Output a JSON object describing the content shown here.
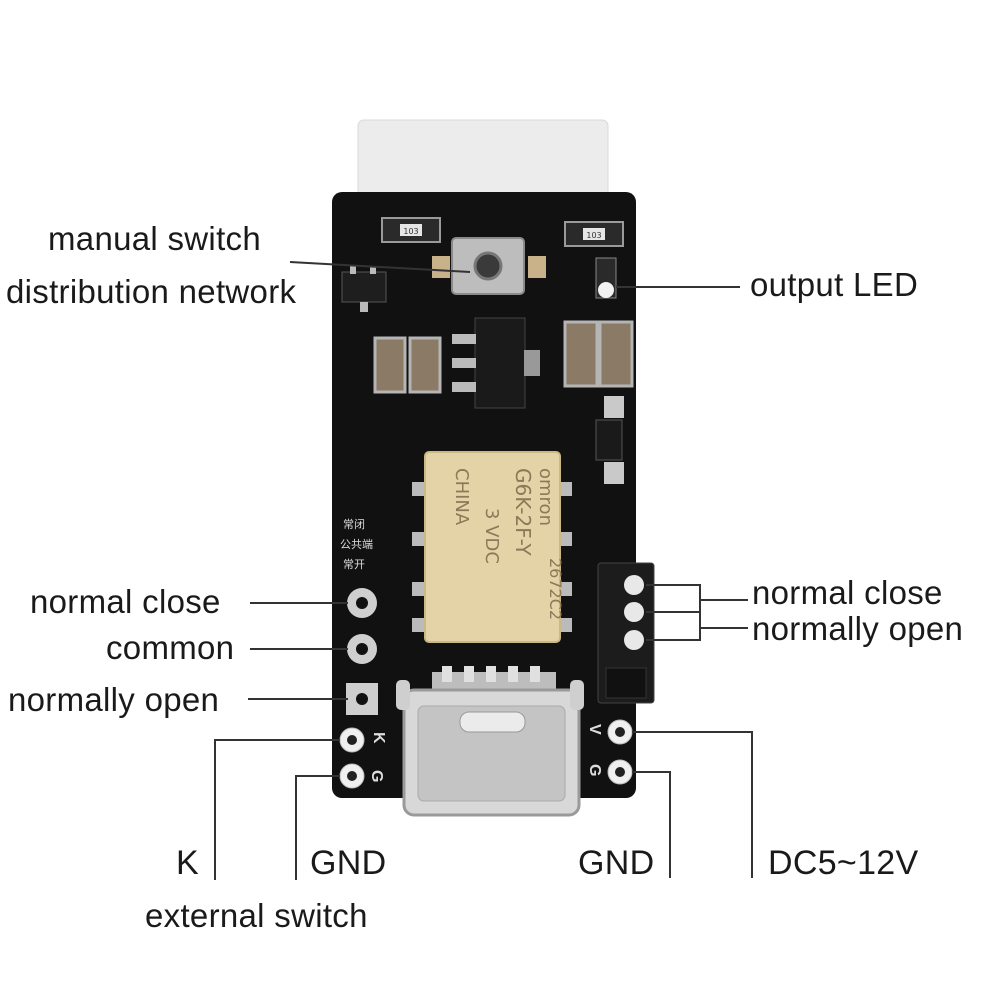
{
  "labels": {
    "manual_switch": "manual switch",
    "distribution_network": "distribution network",
    "output_led": "output LED",
    "left_normal_close": "normal close",
    "left_common": "common",
    "left_normally_open": "normally open",
    "right_normal_close": "normal close",
    "right_normally_open": "normally open",
    "k": "K",
    "gnd_left": "GND",
    "external_switch": "external switch",
    "gnd_right": "GND",
    "dc_voltage": "DC5~12V"
  },
  "board": {
    "relay_text": [
      "omron",
      "G6K-2F-Y",
      "3 VDC",
      "CHINA",
      "2672C2"
    ],
    "silk_k": "K",
    "silk_g_left": "G",
    "silk_v": "V",
    "silk_g_right": "G",
    "silk_cn": [
      "常闭",
      "公共端",
      "常开"
    ],
    "resistor_code": "103"
  },
  "colors": {
    "pcb": "#111111",
    "pad": "#c9c9c9",
    "line": "#333333",
    "text": "#1a1a1a"
  }
}
